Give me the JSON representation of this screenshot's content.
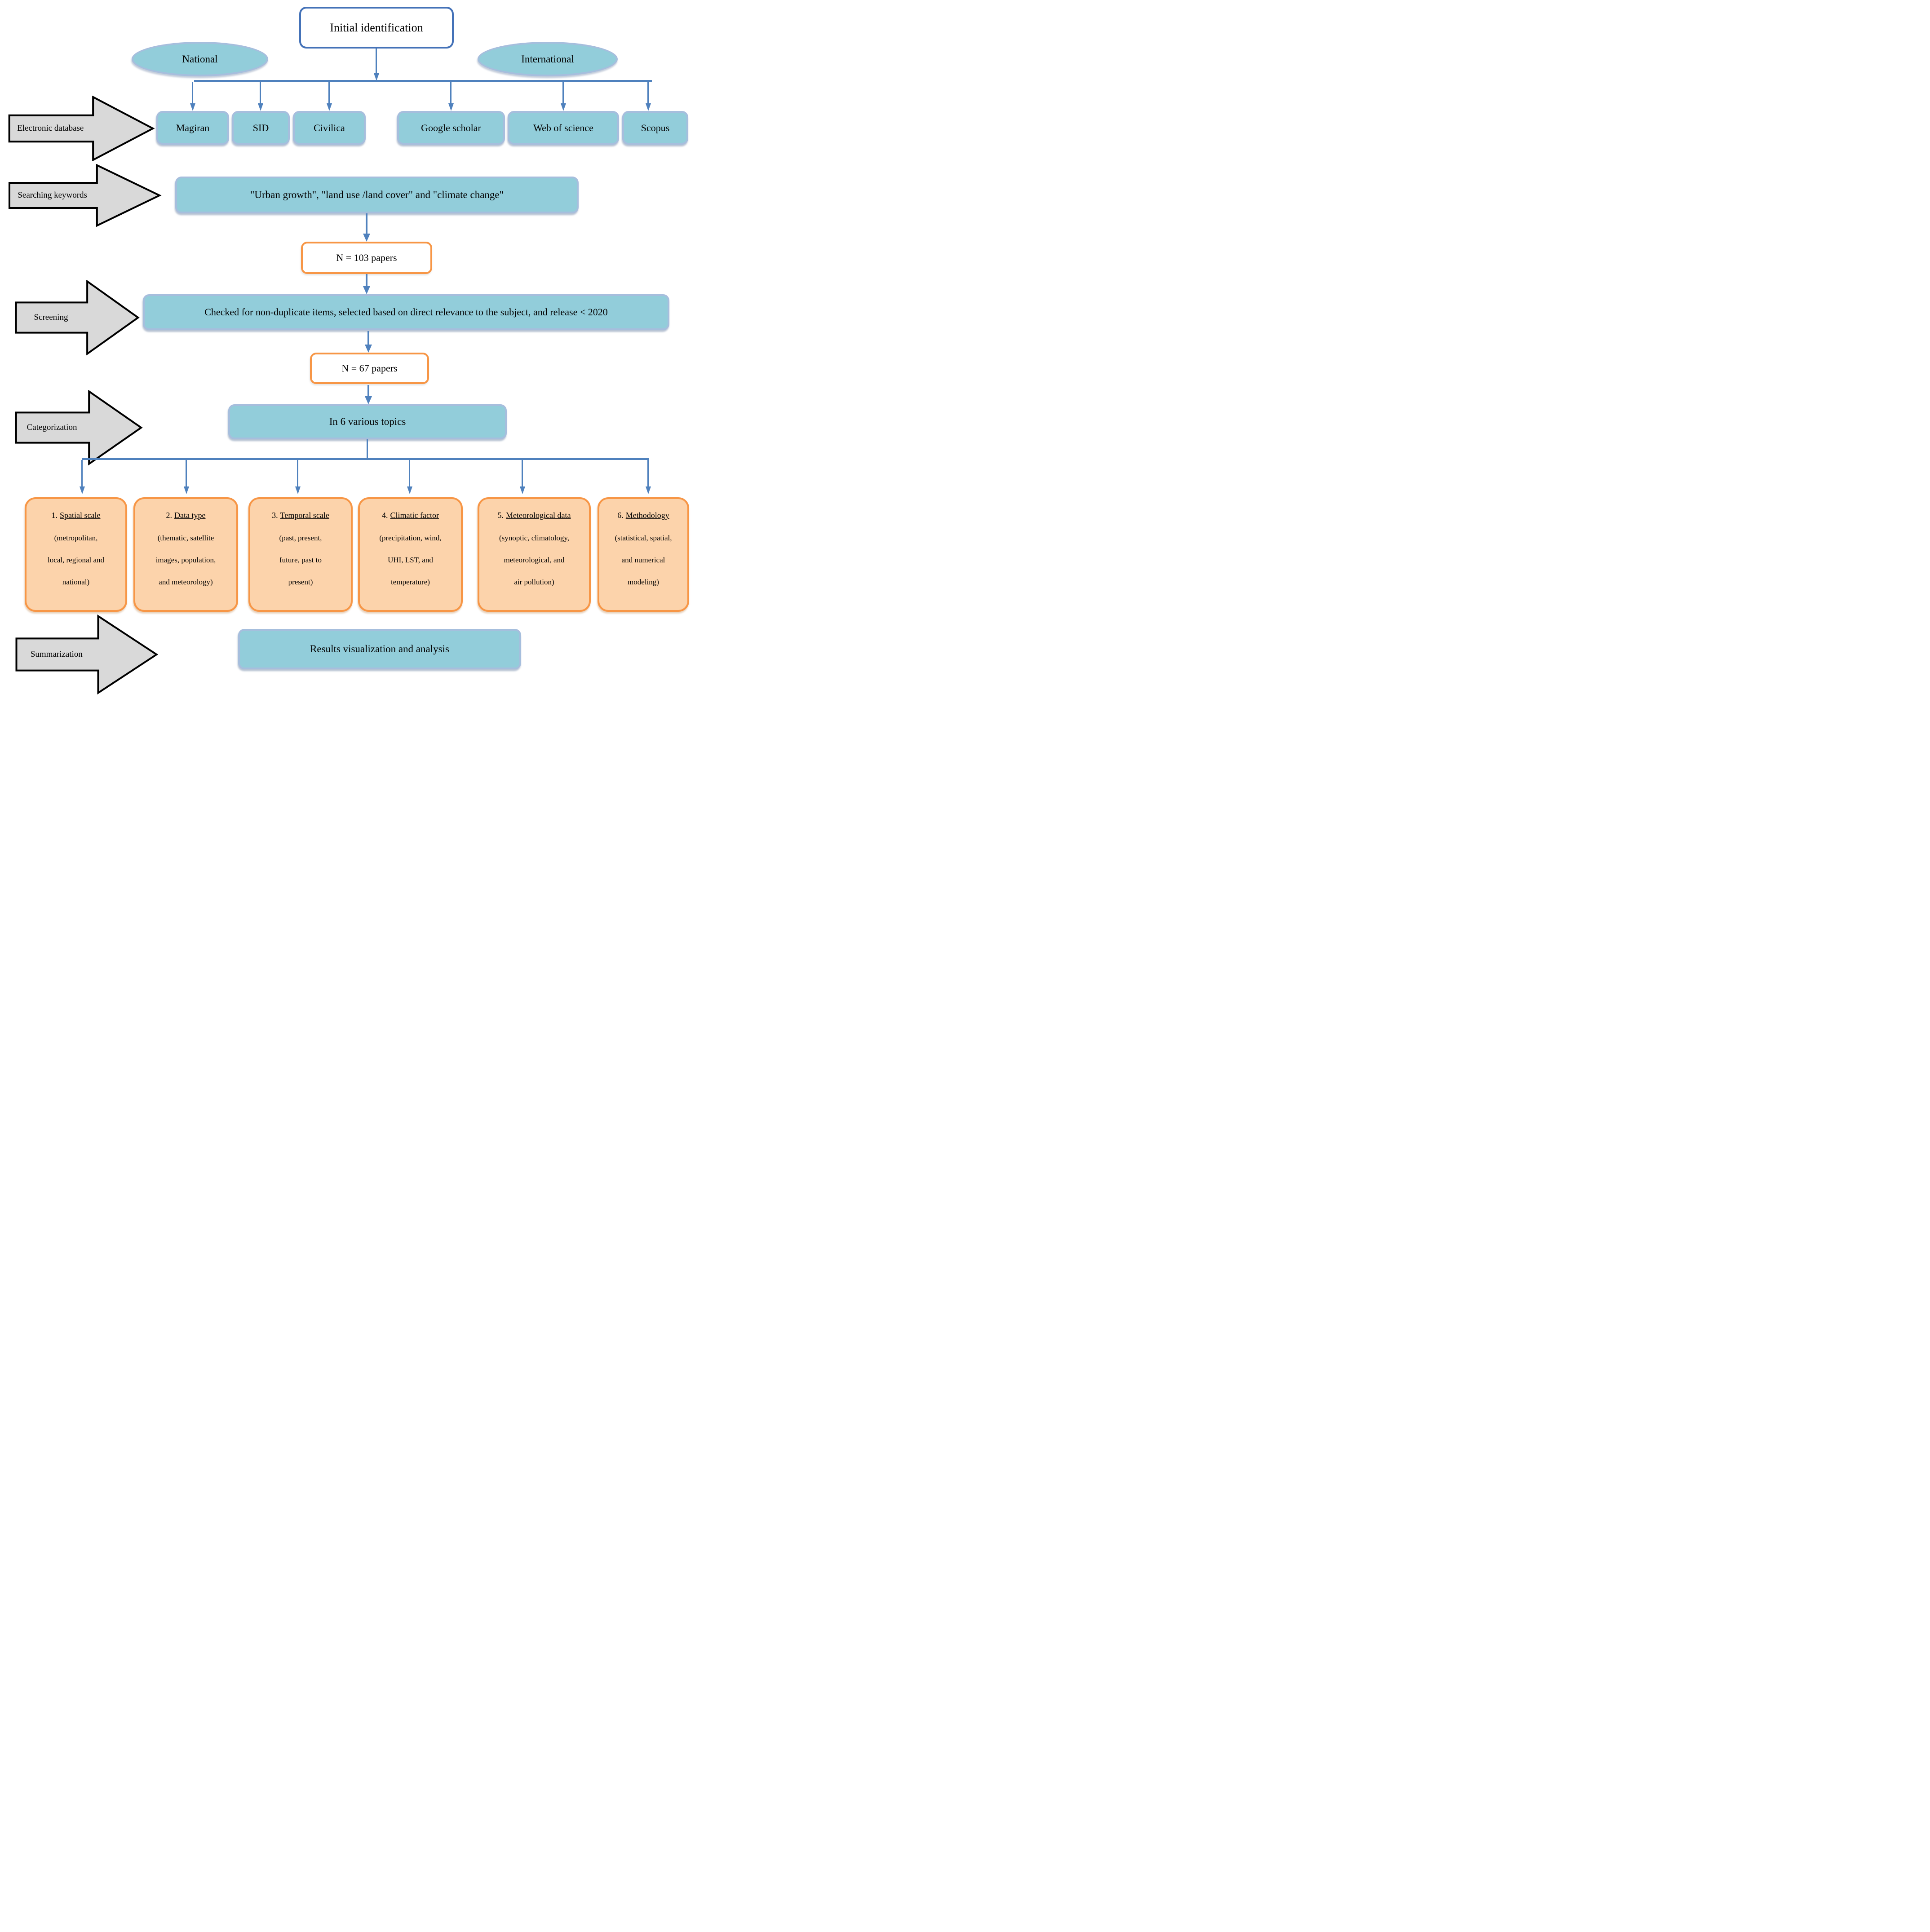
{
  "diagram": {
    "initial_box": "Initial identification",
    "national_ellipse": "National",
    "international_ellipse": "International",
    "stage_arrows": {
      "electronic_database": "Electronic database",
      "searching_keywords": "Searching keywords",
      "screening": "Screening",
      "categorization": "Categorization",
      "summarization": "Summarization"
    },
    "databases": [
      "Magiran",
      "SID",
      "Civilica",
      "Google scholar",
      "Web of science",
      "Scopus"
    ],
    "keywords_box": "\"Urban growth\", \"land use /land cover\" and \"climate change\"",
    "counts": {
      "after_search": "N = 103 papers",
      "after_screening": "N = 67 papers"
    },
    "screening_box": "Checked for non-duplicate items, selected based on direct relevance to the subject, and release < 2020",
    "categorization_box": "In 6 various topics",
    "topics": [
      {
        "num": "1.",
        "title": "Spatial scale",
        "lines": [
          "(metropolitan,",
          "local, regional and",
          "national)"
        ]
      },
      {
        "num": "2.",
        "title": "Data type",
        "lines": [
          "(thematic, satellite",
          "images, population,",
          "and meteorology)"
        ]
      },
      {
        "num": "3.",
        "title": "Temporal scale",
        "lines": [
          "(past, present,",
          "future, past to",
          "present)"
        ]
      },
      {
        "num": "4.",
        "title": "Climatic factor",
        "lines": [
          "(precipitation, wind,",
          "UHI, LST, and",
          "temperature)"
        ]
      },
      {
        "num": "5.",
        "title": "Meteorological data",
        "lines": [
          "(synoptic, climatology,",
          "meteorological, and",
          "air pollution)"
        ]
      },
      {
        "num": "6.",
        "title": "Methodology",
        "lines": [
          "(statistical, spatial,",
          "and numerical",
          "modeling)"
        ]
      }
    ],
    "results_box": "Results visualization and analysis"
  },
  "colors": {
    "connector": "#4f81bd",
    "blue_fill": "#92cdda",
    "blue_border": "#a6bedd",
    "orange_border": "#f79646",
    "orange_fill": "#fcd3ab",
    "gray_fill": "#d9d9d9"
  }
}
